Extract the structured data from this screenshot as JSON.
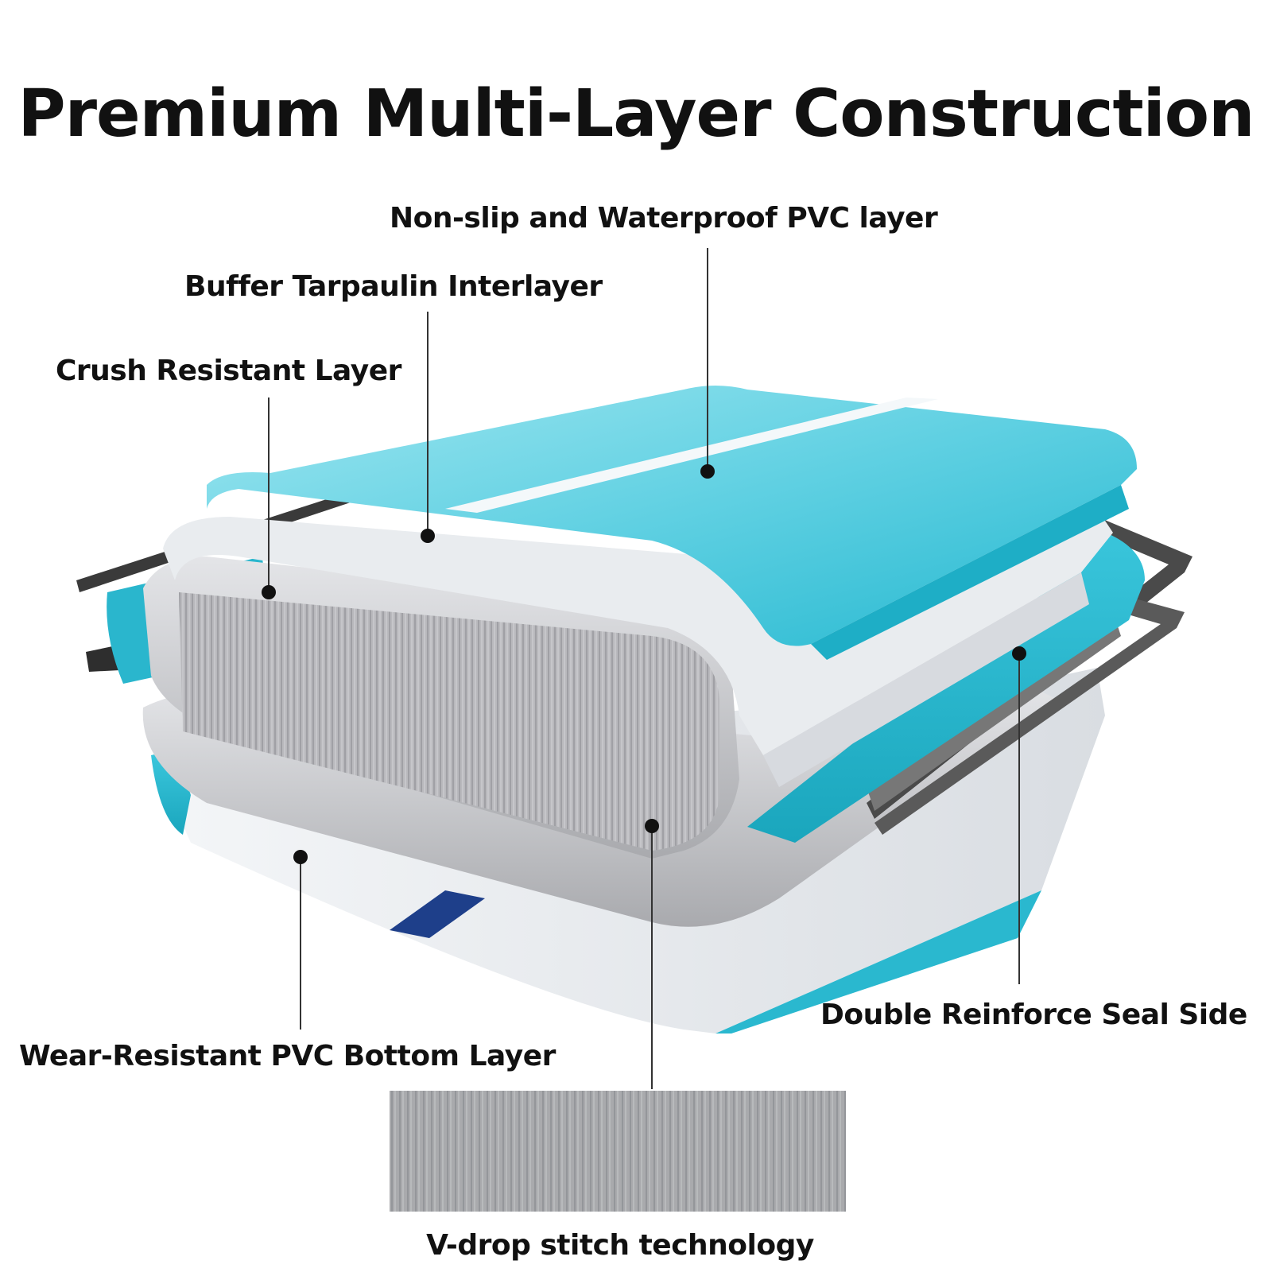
{
  "title": "Premium Multi-Layer Construction",
  "labels": {
    "top_layer": "Non-slip and Waterproof PVC layer",
    "buffer_layer": "Buffer Tarpaulin Interlayer",
    "crush_layer": "Crush Resistant Layer",
    "seal_side": "Double Reinforce Seal Side",
    "bottom_layer": "Wear-Resistant PVC Bottom Layer",
    "stitch": "V-drop stitch technology"
  },
  "colors": {
    "teal": "#2fc0d6",
    "teal_light": "#8fe0ec",
    "gray_core": "#c9c9cc",
    "white_layer": "#eceff2",
    "navy_stripe": "#1e3f8a",
    "dark_rail": "#4a4a4a",
    "text": "#111111"
  }
}
